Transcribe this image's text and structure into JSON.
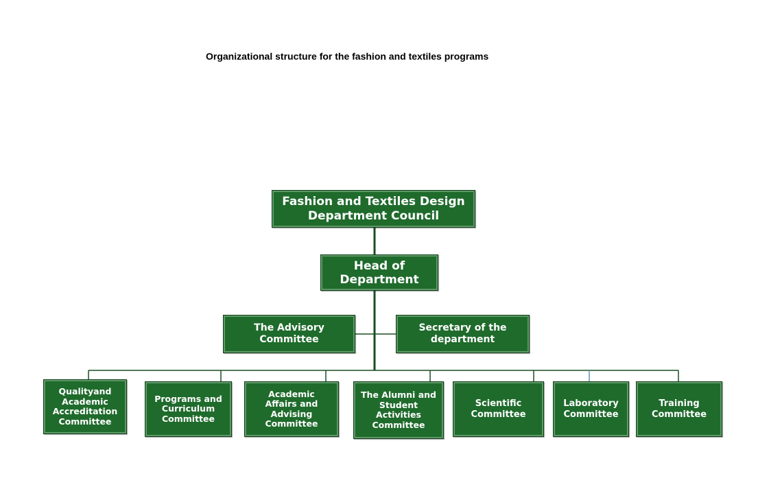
{
  "title": "Organizational structure for the fashion and textiles programs",
  "colors": {
    "box_fill": "#1f6b2c",
    "box_border": "#0e3a16",
    "box_bevel": "#5f9a68",
    "connector": "#1a4d22",
    "text": "#ffffff"
  },
  "nodes": {
    "council": "Fashion and Textiles Design\nDepartment Council",
    "head": "Head of\nDepartment",
    "advisory": "The Advisory\nCommittee",
    "secretary": "Secretary of the\ndepartment",
    "committees": [
      "Qualityand\nAcademic\nAccreditation\nCommittee",
      "Programs and\nCurriculum\nCommittee",
      "Academic\nAffairs and\nAdvising\nCommittee",
      "The Alumni and\nStudent\nActivities\nCommittee",
      "Scientific\nCommittee",
      "Laboratory\nCommittee",
      "Training\nCommittee"
    ]
  }
}
